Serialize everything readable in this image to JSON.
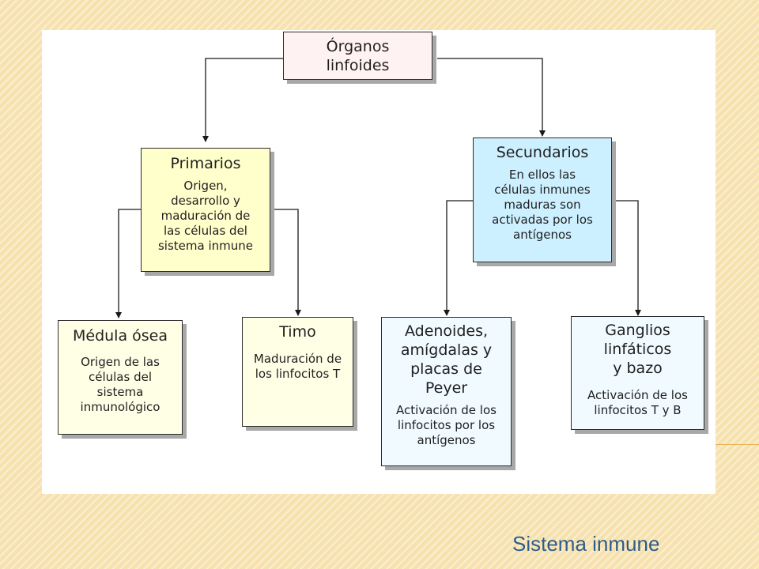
{
  "diagram": {
    "root": {
      "title": "Órganos\nlinfoides",
      "color": "#fff2f2"
    },
    "primary": {
      "title": "Primarios",
      "description": "Origen,\ndesarrollo y\nmaduración de\nlas células del\nsistema inmune",
      "color": "#ffffcc"
    },
    "secondary": {
      "title": "Secundarios",
      "description": "En ellos las\ncélulas inmunes\nmaduras son\nactivadas por los\nantígenos",
      "color": "#ccf0ff"
    },
    "bone_marrow": {
      "title": "Médula ósea",
      "description": "Origen de las\ncélulas del\nsistema\ninmunológico",
      "color": "#ffffe6"
    },
    "thymus": {
      "title": "Timo",
      "description": "Maduración de\nlos linfocitos T",
      "color": "#ffffe6"
    },
    "adenoids": {
      "title": "Adenoides,\namígdalas y\nplacas de\nPeyer",
      "description": "Activación de los\nlinfocitos por los\nantígenos",
      "color": "#f0faff"
    },
    "ganglia": {
      "title": "Ganglios\nlinfáticos\ny bazo",
      "description": "Activación de los\nlinfocitos T y B",
      "color": "#f0faff"
    }
  },
  "footer": {
    "title": "Sistema inmune"
  }
}
